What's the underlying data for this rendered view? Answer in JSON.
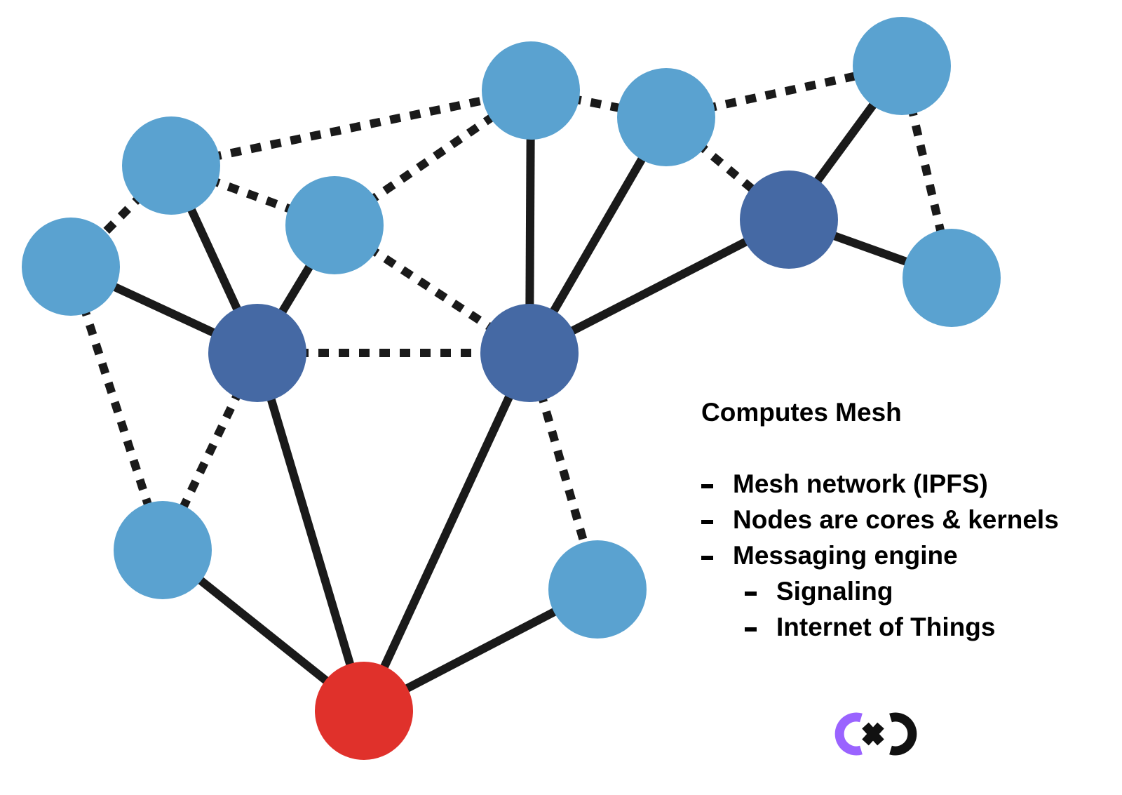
{
  "legend": {
    "title": "Computes Mesh",
    "items": [
      {
        "text": "Mesh network (IPFS)",
        "level": 1
      },
      {
        "text": "Nodes are cores & kernels",
        "level": 1
      },
      {
        "text": "Messaging engine",
        "level": 1
      },
      {
        "text": "Signaling",
        "level": 2
      },
      {
        "text": "Internet of Things",
        "level": 2
      }
    ]
  },
  "logo": {
    "icon": "cxc-logo-icon",
    "colors": {
      "left": "#9a63ff",
      "middle": "#111111",
      "right": "#111111"
    }
  },
  "colors": {
    "peer_node": "#5aa2d0",
    "core_node": "#4569a4",
    "root_node": "#e0312b",
    "edge": "#1a1a1a",
    "text": "#000000"
  },
  "diagram": {
    "nodes": [
      {
        "id": "n1",
        "kind": "peer"
      },
      {
        "id": "n2",
        "kind": "peer"
      },
      {
        "id": "n3",
        "kind": "peer"
      },
      {
        "id": "n4",
        "kind": "peer"
      },
      {
        "id": "n5",
        "kind": "peer"
      },
      {
        "id": "n6",
        "kind": "peer"
      },
      {
        "id": "n7",
        "kind": "core"
      },
      {
        "id": "n8",
        "kind": "peer"
      },
      {
        "id": "n9",
        "kind": "core"
      },
      {
        "id": "n10",
        "kind": "core"
      },
      {
        "id": "n11",
        "kind": "peer"
      },
      {
        "id": "n12",
        "kind": "peer"
      },
      {
        "id": "n13",
        "kind": "root"
      }
    ],
    "edges": [
      {
        "from": "n2",
        "to": "n4",
        "style": "dashed"
      },
      {
        "from": "n2",
        "to": "n1",
        "style": "dashed"
      },
      {
        "from": "n2",
        "to": "n3",
        "style": "dashed"
      },
      {
        "from": "n3",
        "to": "n4",
        "style": "dashed"
      },
      {
        "from": "n4",
        "to": "n5",
        "style": "dashed"
      },
      {
        "from": "n5",
        "to": "n6",
        "style": "dashed"
      },
      {
        "from": "n5",
        "to": "n7",
        "style": "dashed"
      },
      {
        "from": "n6",
        "to": "n8",
        "style": "dashed"
      },
      {
        "from": "n1",
        "to": "n11",
        "style": "dashed"
      },
      {
        "from": "n9",
        "to": "n11",
        "style": "dashed"
      },
      {
        "from": "n9",
        "to": "n10",
        "style": "dashed"
      },
      {
        "from": "n3",
        "to": "n10",
        "style": "dashed"
      },
      {
        "from": "n10",
        "to": "n12",
        "style": "dashed"
      },
      {
        "from": "n1",
        "to": "n9",
        "style": "solid"
      },
      {
        "from": "n2",
        "to": "n9",
        "style": "solid"
      },
      {
        "from": "n3",
        "to": "n9",
        "style": "solid"
      },
      {
        "from": "n4",
        "to": "n10",
        "style": "solid"
      },
      {
        "from": "n5",
        "to": "n10",
        "style": "solid"
      },
      {
        "from": "n6",
        "to": "n7",
        "style": "solid"
      },
      {
        "from": "n7",
        "to": "n8",
        "style": "solid"
      },
      {
        "from": "n7",
        "to": "n10",
        "style": "solid"
      },
      {
        "from": "n9",
        "to": "n13",
        "style": "solid"
      },
      {
        "from": "n10",
        "to": "n13",
        "style": "solid"
      },
      {
        "from": "n11",
        "to": "n13",
        "style": "solid"
      },
      {
        "from": "n12",
        "to": "n13",
        "style": "solid"
      }
    ]
  }
}
